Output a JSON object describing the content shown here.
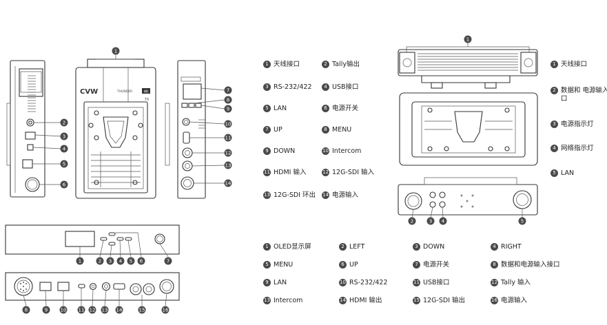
{
  "device_text": {
    "brand": "CVW",
    "model": "THUNDER",
    "res_badge": "4K",
    "tx_mark": "TX"
  },
  "legend_a": [
    {
      "n": "1",
      "label": "天线接口"
    },
    {
      "n": "2",
      "label": "Tally输出"
    },
    {
      "n": "3",
      "label": "RS-232/422"
    },
    {
      "n": "4",
      "label": "USB接口"
    },
    {
      "n": "5",
      "label": "LAN"
    },
    {
      "n": "6",
      "label": "电源开关"
    },
    {
      "n": "7",
      "label": "UP"
    },
    {
      "n": "8",
      "label": "MENU"
    },
    {
      "n": "9",
      "label": "DOWN"
    },
    {
      "n": "10",
      "label": "Intercom"
    },
    {
      "n": "11",
      "label": "HDMI 输入"
    },
    {
      "n": "12",
      "label": "12G-SDI 输入"
    },
    {
      "n": "13",
      "label": "12G-SDI 环出"
    },
    {
      "n": "14",
      "label": "电源输入"
    }
  ],
  "legend_b": [
    {
      "n": "1",
      "label": "天线接口"
    },
    {
      "n": "2",
      "label": "数据和 电源输入接口"
    },
    {
      "n": "3",
      "label": "电源指示灯"
    },
    {
      "n": "4",
      "label": "网络指示灯"
    },
    {
      "n": "5",
      "label": "LAN"
    }
  ],
  "legend_c": [
    {
      "n": "1",
      "label": "OLED显示屏"
    },
    {
      "n": "2",
      "label": "LEFT"
    },
    {
      "n": "3",
      "label": "DOWN"
    },
    {
      "n": "4",
      "label": "RIGHT"
    },
    {
      "n": "5",
      "label": "MENU"
    },
    {
      "n": "6",
      "label": "UP"
    },
    {
      "n": "7",
      "label": "电源开关"
    },
    {
      "n": "8",
      "label": "数据和电源输入接口"
    },
    {
      "n": "9",
      "label": "LAN"
    },
    {
      "n": "10",
      "label": "RS-232/422"
    },
    {
      "n": "11",
      "label": "USB接口"
    },
    {
      "n": "12",
      "label": "Tally 输入"
    },
    {
      "n": "13",
      "label": "Intercom"
    },
    {
      "n": "14",
      "label": "HDMI 输出"
    },
    {
      "n": "15",
      "label": "12G-SDI 输出"
    },
    {
      "n": "16",
      "label": "电源输入"
    }
  ]
}
